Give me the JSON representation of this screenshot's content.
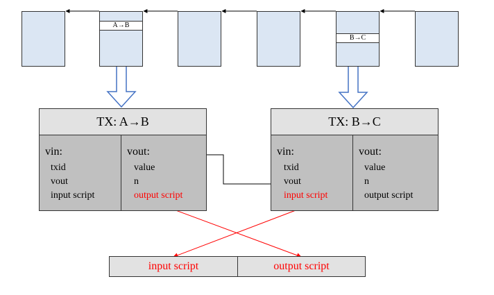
{
  "blocks": {
    "tx_ab_label": "A→B",
    "tx_bc_label": "B→C"
  },
  "tx_ab": {
    "title": "TX: A→B",
    "vin_title": "vin:",
    "vin_fields": [
      "txid",
      "vout",
      "input script"
    ],
    "vout_title": "vout:",
    "vout_fields": [
      "value",
      "n",
      "output script"
    ]
  },
  "tx_bc": {
    "title": "TX: B→C",
    "vin_title": "vin:",
    "vin_fields": [
      "txid",
      "vout",
      "input script"
    ],
    "vout_title": "vout:",
    "vout_fields": [
      "value",
      "n",
      "output script"
    ]
  },
  "scripts": {
    "input_label": "input script",
    "output_label": "output script"
  },
  "colors": {
    "block_fill": "#dbe6f3",
    "tx_body": "#c0c0c0",
    "tx_header": "#e2e2e2",
    "highlight_red": "#ff0000",
    "arrow_fill": "#ffffff",
    "arrow_stroke": "#4472c4"
  }
}
